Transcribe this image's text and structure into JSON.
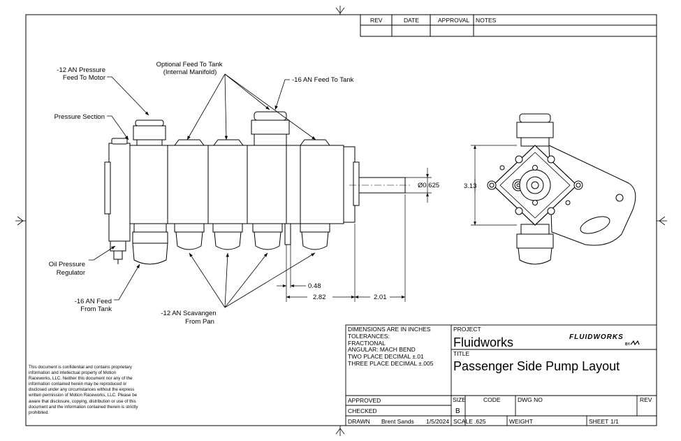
{
  "revision_block": {
    "headers": [
      "REV",
      "DATE",
      "APPROVAL",
      "NOTES"
    ]
  },
  "callouts": {
    "pressure_feed_motor": [
      "-12 AN Pressure",
      "Feed To Motor"
    ],
    "optional_feed": [
      "Optional Feed To Tank",
      "(Internal Manifold)"
    ],
    "feed_16_to_tank": "-16 AN Feed To Tank",
    "pressure_section": "Pressure Section",
    "oil_pressure_regulator": [
      "Oil Pressure",
      "Regulator"
    ],
    "feed_16_from_tank": [
      "-16 AN Feed",
      "From Tank"
    ],
    "scavenge": [
      "-12 AN Scavangen",
      "From Pan"
    ]
  },
  "dimensions": {
    "shaft_diameter": "Ø0.625",
    "height": "3.13",
    "d1": "0.48",
    "d2": "2.82",
    "d3": "2.01"
  },
  "title_block": {
    "dims_note": [
      "DIMENSIONS ARE IN INCHES",
      "TOLERANCES:",
      "FRACTIONAL",
      "ANGULAR: MACH BEND",
      "TWO PLACE DECIMAL ±.01",
      "THREE PLACE DECIMAL ±.005"
    ],
    "project_label": "PROJECT",
    "project": "Fluidworks",
    "logo_text": "FLUIDWORKS",
    "logo_sub": "BY",
    "title_label": "TITLE",
    "title": "Passenger Side Pump Layout",
    "approved_label": "APPROVED",
    "checked_label": "CHECKED",
    "drawn_label": "DRAWN",
    "drawn_by": "Brent Sands",
    "drawn_date": "1/5/2024",
    "size_label": "SIZE",
    "size": "B",
    "code_label": "CODE",
    "dwg_no_label": "DWG NO",
    "rev_label": "REV",
    "scale_label": "SCALE",
    "scale": ".625",
    "weight_label": "WEIGHT",
    "sheet_label": "SHEET",
    "sheet": "1/1"
  },
  "confidential": "This document is confidential and contains proprietary information and intellectual property of Motion Raceworks, LLC. Neither this document nor any of the information contained herein may be reproduced or disclosed under any circumstances without the express written permission of Motion Raceworks, LLC. Please be aware that disclosure, copying, distribution or use of this document and the information contained therein is strictly prohibited."
}
